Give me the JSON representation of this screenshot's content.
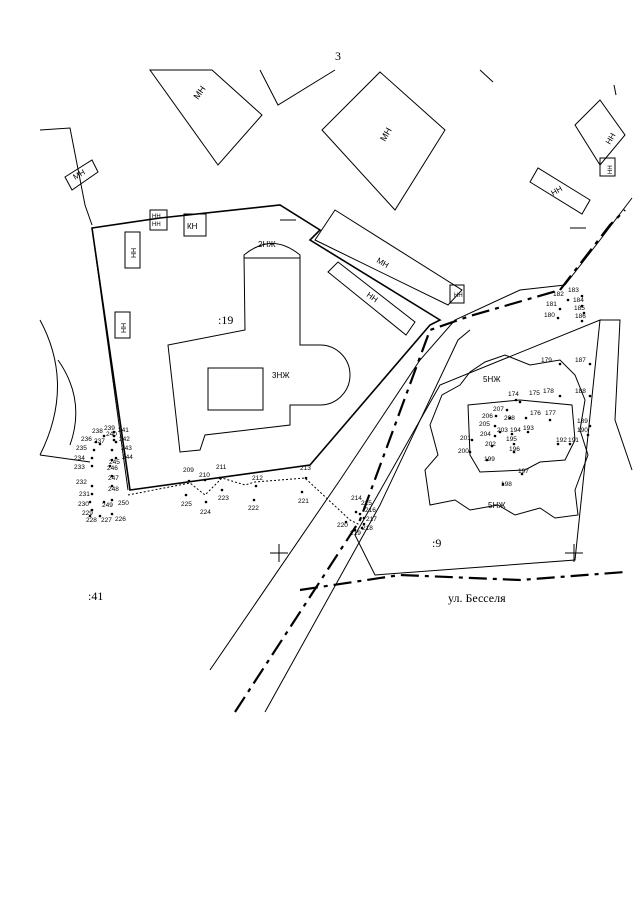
{
  "sheet_number": "3",
  "parcels": {
    "p19": ":19",
    "p9": ":9",
    "p41": ":41"
  },
  "street": "ул. Бесселя",
  "buildings": {
    "mn": "МН",
    "nn": "НН",
    "kn": "КН",
    "nzh2": "2НЖ",
    "nzh3": "3НЖ",
    "nzh5": "5НЖ"
  },
  "points": [
    "174",
    "175",
    "176",
    "177",
    "178",
    "179",
    "180",
    "181",
    "182",
    "183",
    "184",
    "185",
    "186",
    "187",
    "188",
    "189",
    "190",
    "191",
    "192",
    "193",
    "194",
    "195",
    "196",
    "197",
    "198",
    "199",
    "200",
    "201",
    "202",
    "203",
    "204",
    "205",
    "206",
    "207",
    "208",
    "209",
    "210",
    "211",
    "212",
    "213",
    "214",
    "215",
    "216",
    "217",
    "218",
    "219",
    "220",
    "221",
    "222",
    "223",
    "224",
    "225",
    "226",
    "227",
    "228",
    "229",
    "230",
    "231",
    "232",
    "233",
    "234",
    "235",
    "236",
    "237",
    "238",
    "239",
    "240",
    "241",
    "242",
    "243",
    "244",
    "245",
    "246",
    "247",
    "248",
    "249",
    "250"
  ]
}
